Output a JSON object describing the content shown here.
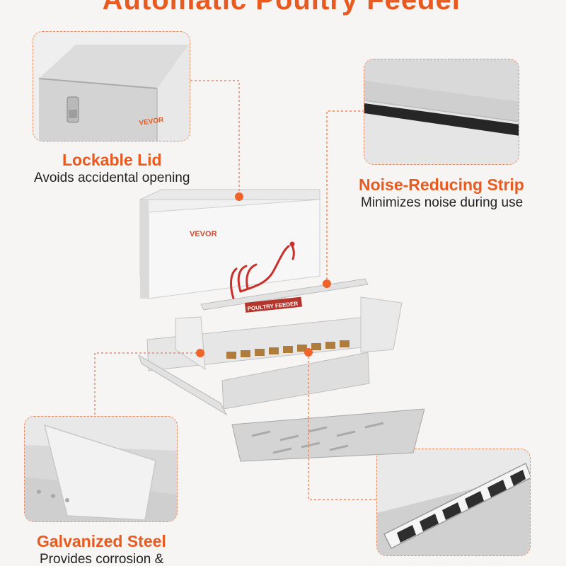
{
  "header": {
    "title": "Automatic Poultry Feeder"
  },
  "brand": {
    "name": "VEVOR",
    "accent_color": "#e85a1f",
    "dot_color": "#f0632a"
  },
  "product": {
    "label_plate": "POULTRY FEEDER"
  },
  "features": [
    {
      "title": "Lockable Lid",
      "description": "Avoids accidental opening"
    },
    {
      "title": "Noise-Reducing Strip",
      "description": "Minimizes noise during use"
    },
    {
      "title": "Galvanized Steel",
      "description": "Provides corrosion &"
    }
  ],
  "icons": [
    "rooster-icon",
    "latch-icon"
  ]
}
